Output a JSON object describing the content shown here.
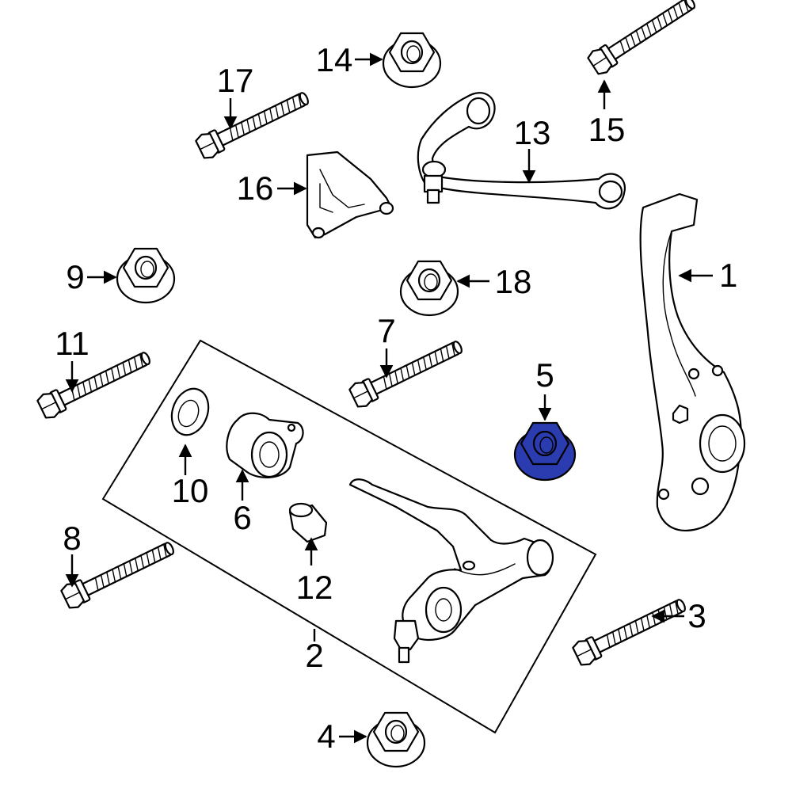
{
  "diagram": {
    "highlight_color": "#2a3cb0",
    "highlighted_part": "5",
    "callouts": {
      "p1": "1",
      "p2": "2",
      "p3": "3",
      "p4": "4",
      "p5": "5",
      "p6": "6",
      "p7": "7",
      "p8": "8",
      "p9": "9",
      "p10": "10",
      "p11": "11",
      "p12": "12",
      "p13": "13",
      "p14": "14",
      "p15": "15",
      "p16": "16",
      "p17": "17",
      "p18": "18"
    }
  }
}
